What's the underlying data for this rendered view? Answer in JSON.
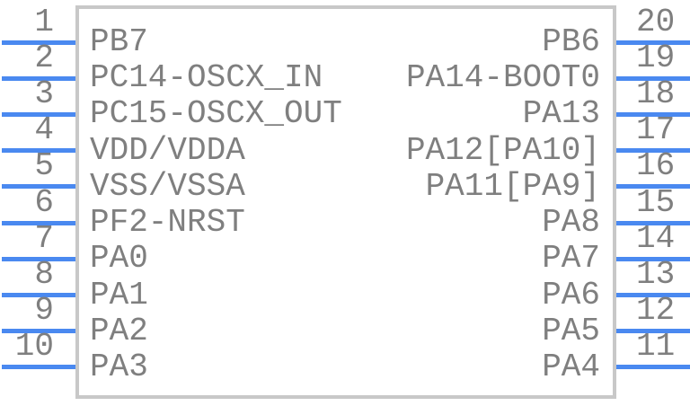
{
  "component": {
    "type_label": "20-pin IC pinout",
    "left_pins": [
      {
        "number": "1",
        "label": "PB7"
      },
      {
        "number": "2",
        "label": "PC14-OSCX_IN"
      },
      {
        "number": "3",
        "label": "PC15-OSCX_OUT"
      },
      {
        "number": "4",
        "label": "VDD/VDDA"
      },
      {
        "number": "5",
        "label": "VSS/VSSA"
      },
      {
        "number": "6",
        "label": "PF2-NRST"
      },
      {
        "number": "7",
        "label": "PA0"
      },
      {
        "number": "8",
        "label": "PA1"
      },
      {
        "number": "9",
        "label": "PA2"
      },
      {
        "number": "10",
        "label": "PA3"
      }
    ],
    "right_pins": [
      {
        "number": "20",
        "label": "PB6"
      },
      {
        "number": "19",
        "label": "PA14-BOOT0"
      },
      {
        "number": "18",
        "label": "PA13"
      },
      {
        "number": "17",
        "label": "PA12[PA10]"
      },
      {
        "number": "16",
        "label": "PA11[PA9]"
      },
      {
        "number": "15",
        "label": "PA8"
      },
      {
        "number": "14",
        "label": "PA7"
      },
      {
        "number": "13",
        "label": "PA6"
      },
      {
        "number": "12",
        "label": "PA5"
      },
      {
        "number": "11",
        "label": "PA4"
      }
    ],
    "colors": {
      "pin_line": "#4a89f0",
      "text": "#7f7f7f",
      "body_border": "#c8c8c8",
      "body_fill": "#ffffff"
    }
  }
}
